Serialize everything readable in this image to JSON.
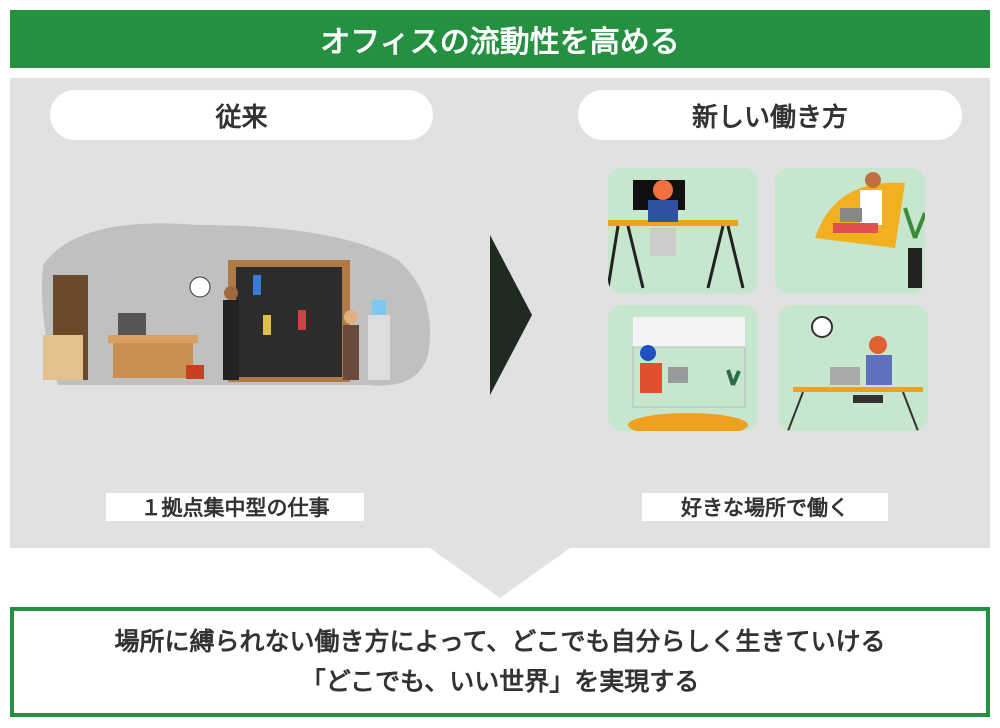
{
  "title": "オフィスの流動性を高める",
  "left": {
    "label": "従来",
    "caption": "１拠点集中型の仕事"
  },
  "right": {
    "label": "新しい働き方",
    "caption": "好きな場所で働く"
  },
  "conclusion": {
    "line1": "場所に縛られない働き方によって、どこでも自分らしく生きていける",
    "line2": "「どこでも、いい世界」を実現する"
  },
  "colors": {
    "green": "#249040",
    "panel": "#e1e1e1",
    "tile": "#c6e6cd",
    "arrow": "#1f2b22"
  }
}
